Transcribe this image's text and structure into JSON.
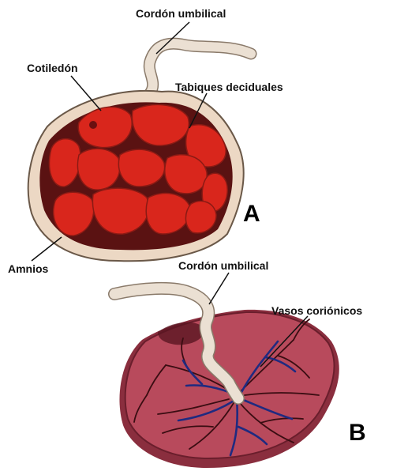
{
  "panel_a": {
    "panel_letter": "A",
    "labels": {
      "cord": "Cordón umbilical",
      "cotyledon": "Cotiledón",
      "septa": "Tabiques deciduales",
      "amnion": "Amnios"
    }
  },
  "panel_b": {
    "panel_letter": "B",
    "labels": {
      "cord": "Cordón umbilical",
      "vessels": "Vasos coriónicos"
    }
  },
  "colors": {
    "cotyledon_red": "#d9261c",
    "septa_dark": "#5a1212",
    "amnion_beige": "#ecd8c4",
    "cord_beige": "#ebe0d3",
    "chorionic_plate": "#b84a5c",
    "vessel_blue": "#1f2a80",
    "vessel_dark": "#3a0d12"
  }
}
